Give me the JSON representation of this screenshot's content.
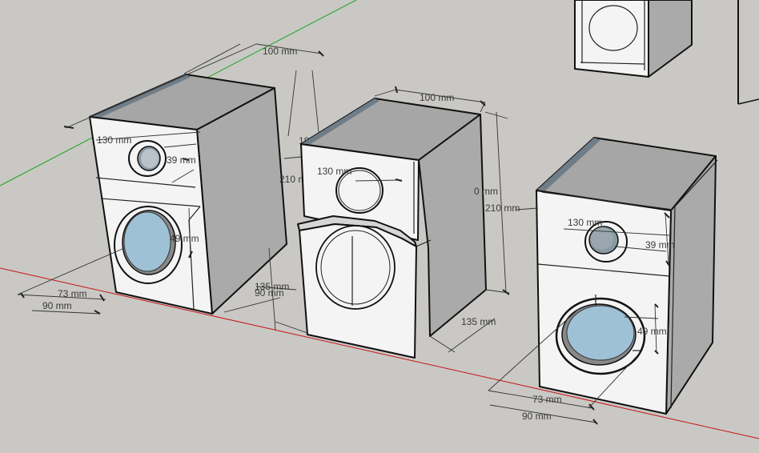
{
  "colors": {
    "background": "#c9c8c5",
    "face_front": "#f4f4f4",
    "face_side": "#aaaaaa",
    "face_top": "#a6a6a6",
    "top_edge": "#6f7d88",
    "driver_blue": "#9ec1d6",
    "axis_red": "#c81414",
    "axis_green": "#1fa51f"
  },
  "speaker_left": {
    "width_label": "100 mm",
    "tweeter_diameter_label": "130 mm",
    "tweeter_offset_label": "39 mm",
    "woofer_offset_label": "49 mm",
    "woofer_inner_label": "73 mm",
    "woofer_outer_label": "90 mm",
    "depth_label": "135 mm",
    "depth_label_2": "90 mm",
    "height_label": "210 m",
    "height_label_partial": "18"
  },
  "speaker_middle": {
    "width_label": "100 mm",
    "tweeter_diameter_label": "130 mm",
    "height_label": "210 mm",
    "height_label_partial": "0 mm",
    "depth_label": "135 mm"
  },
  "speaker_right": {
    "tweeter_diameter_label": "130 mm",
    "tweeter_offset_label": "39 mm",
    "woofer_offset_label": "49 mm",
    "woofer_inner_label": "73 mm",
    "woofer_outer_label": "90 mm"
  }
}
